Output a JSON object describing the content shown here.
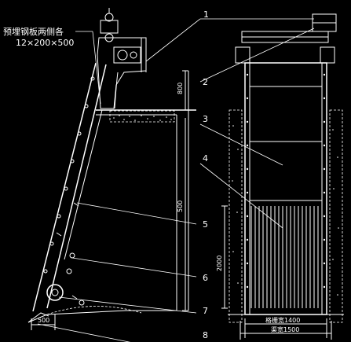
{
  "notes": {
    "embed_plate_line1": "预埋钢板两侧各",
    "embed_plate_line2": "12×200×500"
  },
  "callouts": [
    "1",
    "2",
    "3",
    "4",
    "5",
    "6",
    "7",
    "8"
  ],
  "dimensions": {
    "upper_height": "800",
    "mid_height": "500",
    "grid_height": "2000",
    "bottom_offset": "500",
    "grid_width": "格栅宽1400",
    "channel_width": "渠宽1500"
  }
}
